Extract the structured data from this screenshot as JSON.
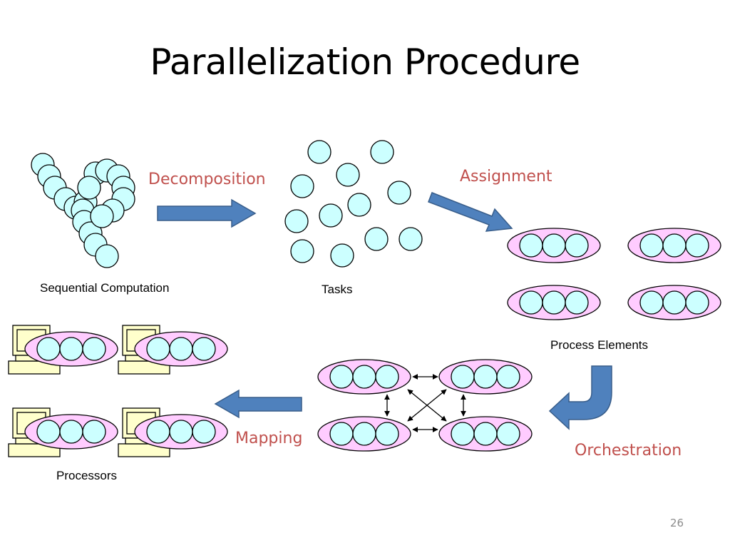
{
  "title": "Parallelization Procedure",
  "labels": {
    "decomposition": "Decomposition",
    "assignment": "Assignment",
    "orchestration": "Orchestration",
    "mapping": "Mapping",
    "sequential_computation": "Sequential Computation",
    "tasks": "Tasks",
    "process_elements": "Process Elements",
    "processors": "Processors"
  },
  "page_number": "26",
  "colors": {
    "task_fill": "#ccffff",
    "process_fill": "#ffccff",
    "arrow_fill": "#4f81bd",
    "label_red": "#c0504d",
    "computer_fill": "#ffffcc"
  },
  "icons": [
    "computer-icon",
    "block-arrow-right",
    "block-arrow-left",
    "block-arrow-diagonal",
    "u-turn-arrow"
  ]
}
